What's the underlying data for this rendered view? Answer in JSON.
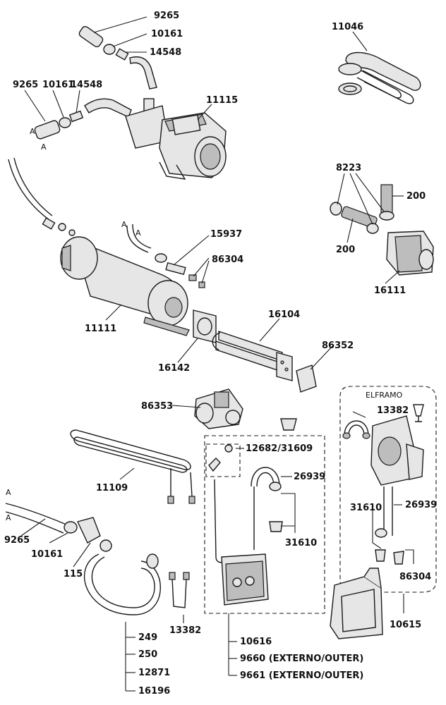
{
  "parts": {
    "p9265_top": "9265",
    "p10161_top": "10161",
    "p14548_top": "14548",
    "p9265_left": "9265",
    "p10161_left": "10161",
    "p14548_left": "14548",
    "p11115": "11115",
    "p11046": "11046",
    "p8223": "8223",
    "p200_right": "200",
    "p200_left": "200",
    "p16111": "16111",
    "p15937": "15937",
    "p86304_top": "86304",
    "p11111": "11111",
    "p16104": "16104",
    "p86352": "86352",
    "p16142": "16142",
    "p86353": "86353",
    "p13382_top": "13382",
    "p12682": "12682/31609",
    "p26939_left": "26939",
    "p31610_left": "31610",
    "p11109": "11109",
    "p31610_right": "31610",
    "p26939_right": "26939",
    "p9265_bottom": "9265",
    "p10161_bottom": "10161",
    "p115": "115",
    "p86304_bottom": "86304",
    "p10615": "10615",
    "p13382_bottom": "13382",
    "p10616": "10616",
    "p9660": "9660 (EXTERNO/OUTER)",
    "p9661": "9661 (EXTERNO/OUTER)",
    "p249": "249",
    "p250": "250",
    "p12871": "12871",
    "p16196": "16196"
  },
  "markers": {
    "a1": "A",
    "a2": "A",
    "a3": "A",
    "a4": "A",
    "a5": "A",
    "a6": "A"
  },
  "brand": "ELFRAMO"
}
